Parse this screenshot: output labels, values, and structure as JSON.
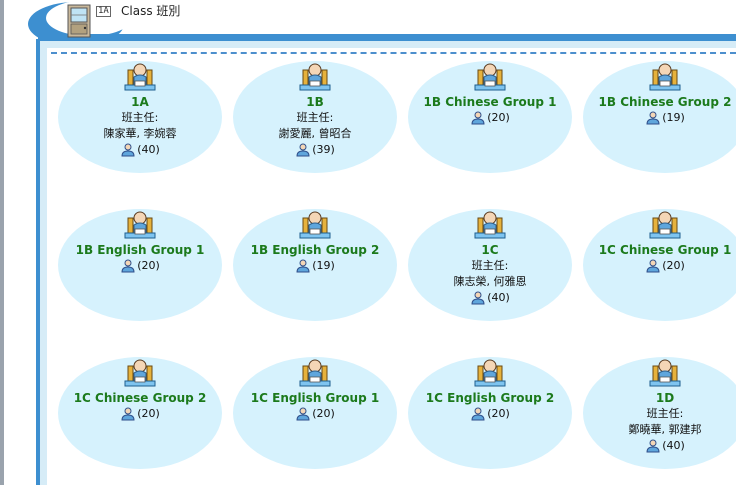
{
  "header": {
    "icon_tag": "1A",
    "title": "Class 班別"
  },
  "classes": [
    {
      "name": "1A",
      "teacher_label": "班主任:",
      "teachers": "陳家華, 李婉蓉",
      "count": "(40)"
    },
    {
      "name": "1B",
      "teacher_label": "班主任:",
      "teachers": "謝愛麗, 曾昭合",
      "count": "(39)"
    },
    {
      "name": "1B Chinese Group 1",
      "count": "(20)"
    },
    {
      "name": "1B Chinese Group 2",
      "count": "(19)"
    },
    {
      "name": "1B English Group 1",
      "count": "(20)"
    },
    {
      "name": "1B English Group 2",
      "count": "(19)"
    },
    {
      "name": "1C",
      "teacher_label": "班主任:",
      "teachers": "陳志榮, 何雅恩",
      "count": "(40)"
    },
    {
      "name": "1C Chinese Group 1",
      "count": "(20)"
    },
    {
      "name": "1C Chinese Group 2",
      "count": "(20)"
    },
    {
      "name": "1C English Group 1",
      "count": "(20)"
    },
    {
      "name": "1C English Group 2",
      "count": "(20)"
    },
    {
      "name": "1D",
      "teacher_label": "班主任:",
      "teachers": "鄭曉華, 郭建邦",
      "count": "(40)"
    }
  ],
  "icons": {
    "class": "teacher-at-desk-icon",
    "students": "people-icon",
    "header": "classroom-door-icon"
  },
  "colors": {
    "accent_blue": "#3d8fd0",
    "card_fill": "#d6f2fd",
    "class_name": "#1c7a1c"
  }
}
